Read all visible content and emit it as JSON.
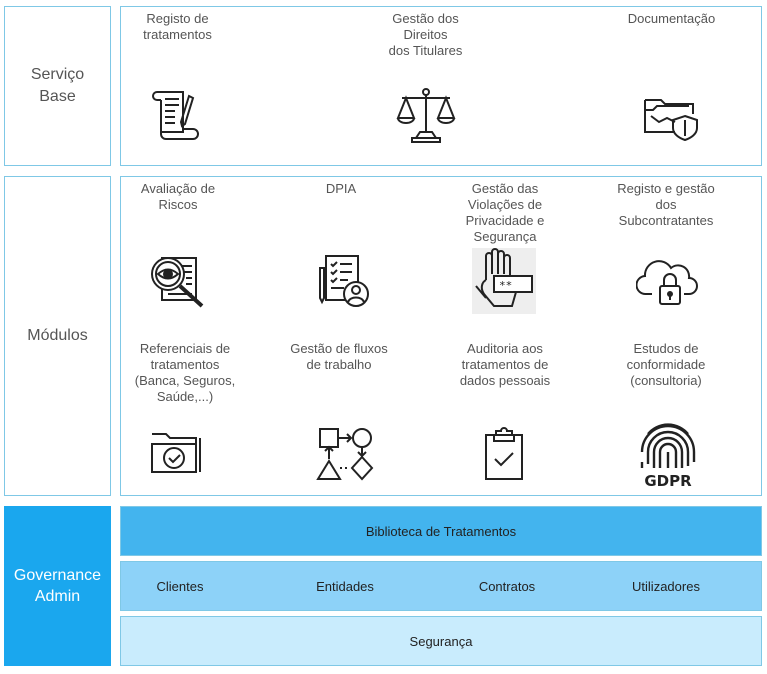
{
  "rows": {
    "servico_base": "Serviço\nBase",
    "modulos": "Módulos",
    "governance": "Governance\nAdmin"
  },
  "servico_items": [
    {
      "label": "Registo de\ntratamentos",
      "icon": "scroll-document-icon"
    },
    {
      "label": "Gestão dos\nDireitos\ndos Titulares",
      "icon": "scales-icon"
    },
    {
      "label": "Documentação",
      "icon": "folder-shield-icon"
    }
  ],
  "modulos_items": [
    {
      "label": "Avaliação de\nRiscos",
      "icon": "magnifier-eye-icon"
    },
    {
      "label": "DPIA",
      "icon": "checklist-user-icon"
    },
    {
      "label": "Gestão das\nViolações de\nPrivacidade e\nSegurança",
      "icon": "hand-password-icon"
    },
    {
      "label": "Registo e gestão\ndos\nSubcontratantes",
      "icon": "cloud-lock-icon"
    },
    {
      "label": "Referenciais de\ntratamentos\n(Banca, Seguros,\nSaúde,...)",
      "icon": "folder-check-icon"
    },
    {
      "label": "Gestão de fluxos\nde trabalho",
      "icon": "flowchart-icon"
    },
    {
      "label": "Auditoria aos\ntratamentos de\ndados pessoais",
      "icon": "clipboard-check-icon"
    },
    {
      "label": "Estudos de\nconformidade\n(consultoria)",
      "icon": "fingerprint-gdpr-icon"
    }
  ],
  "gdpr_text": "GDPR",
  "governance_bars": {
    "biblioteca": "Biblioteca de Tratamentos",
    "middle": [
      "Clientes",
      "Entidades",
      "Contratos",
      "Utilizadores"
    ],
    "seguranca": "Segurança"
  },
  "colors": {
    "outline": "#7fc8e6",
    "governance_label": "#1aa7ee",
    "bar_dark": "#43b4ee",
    "bar_mid": "#8dd2f8",
    "bar_light": "#c9ecfd"
  }
}
